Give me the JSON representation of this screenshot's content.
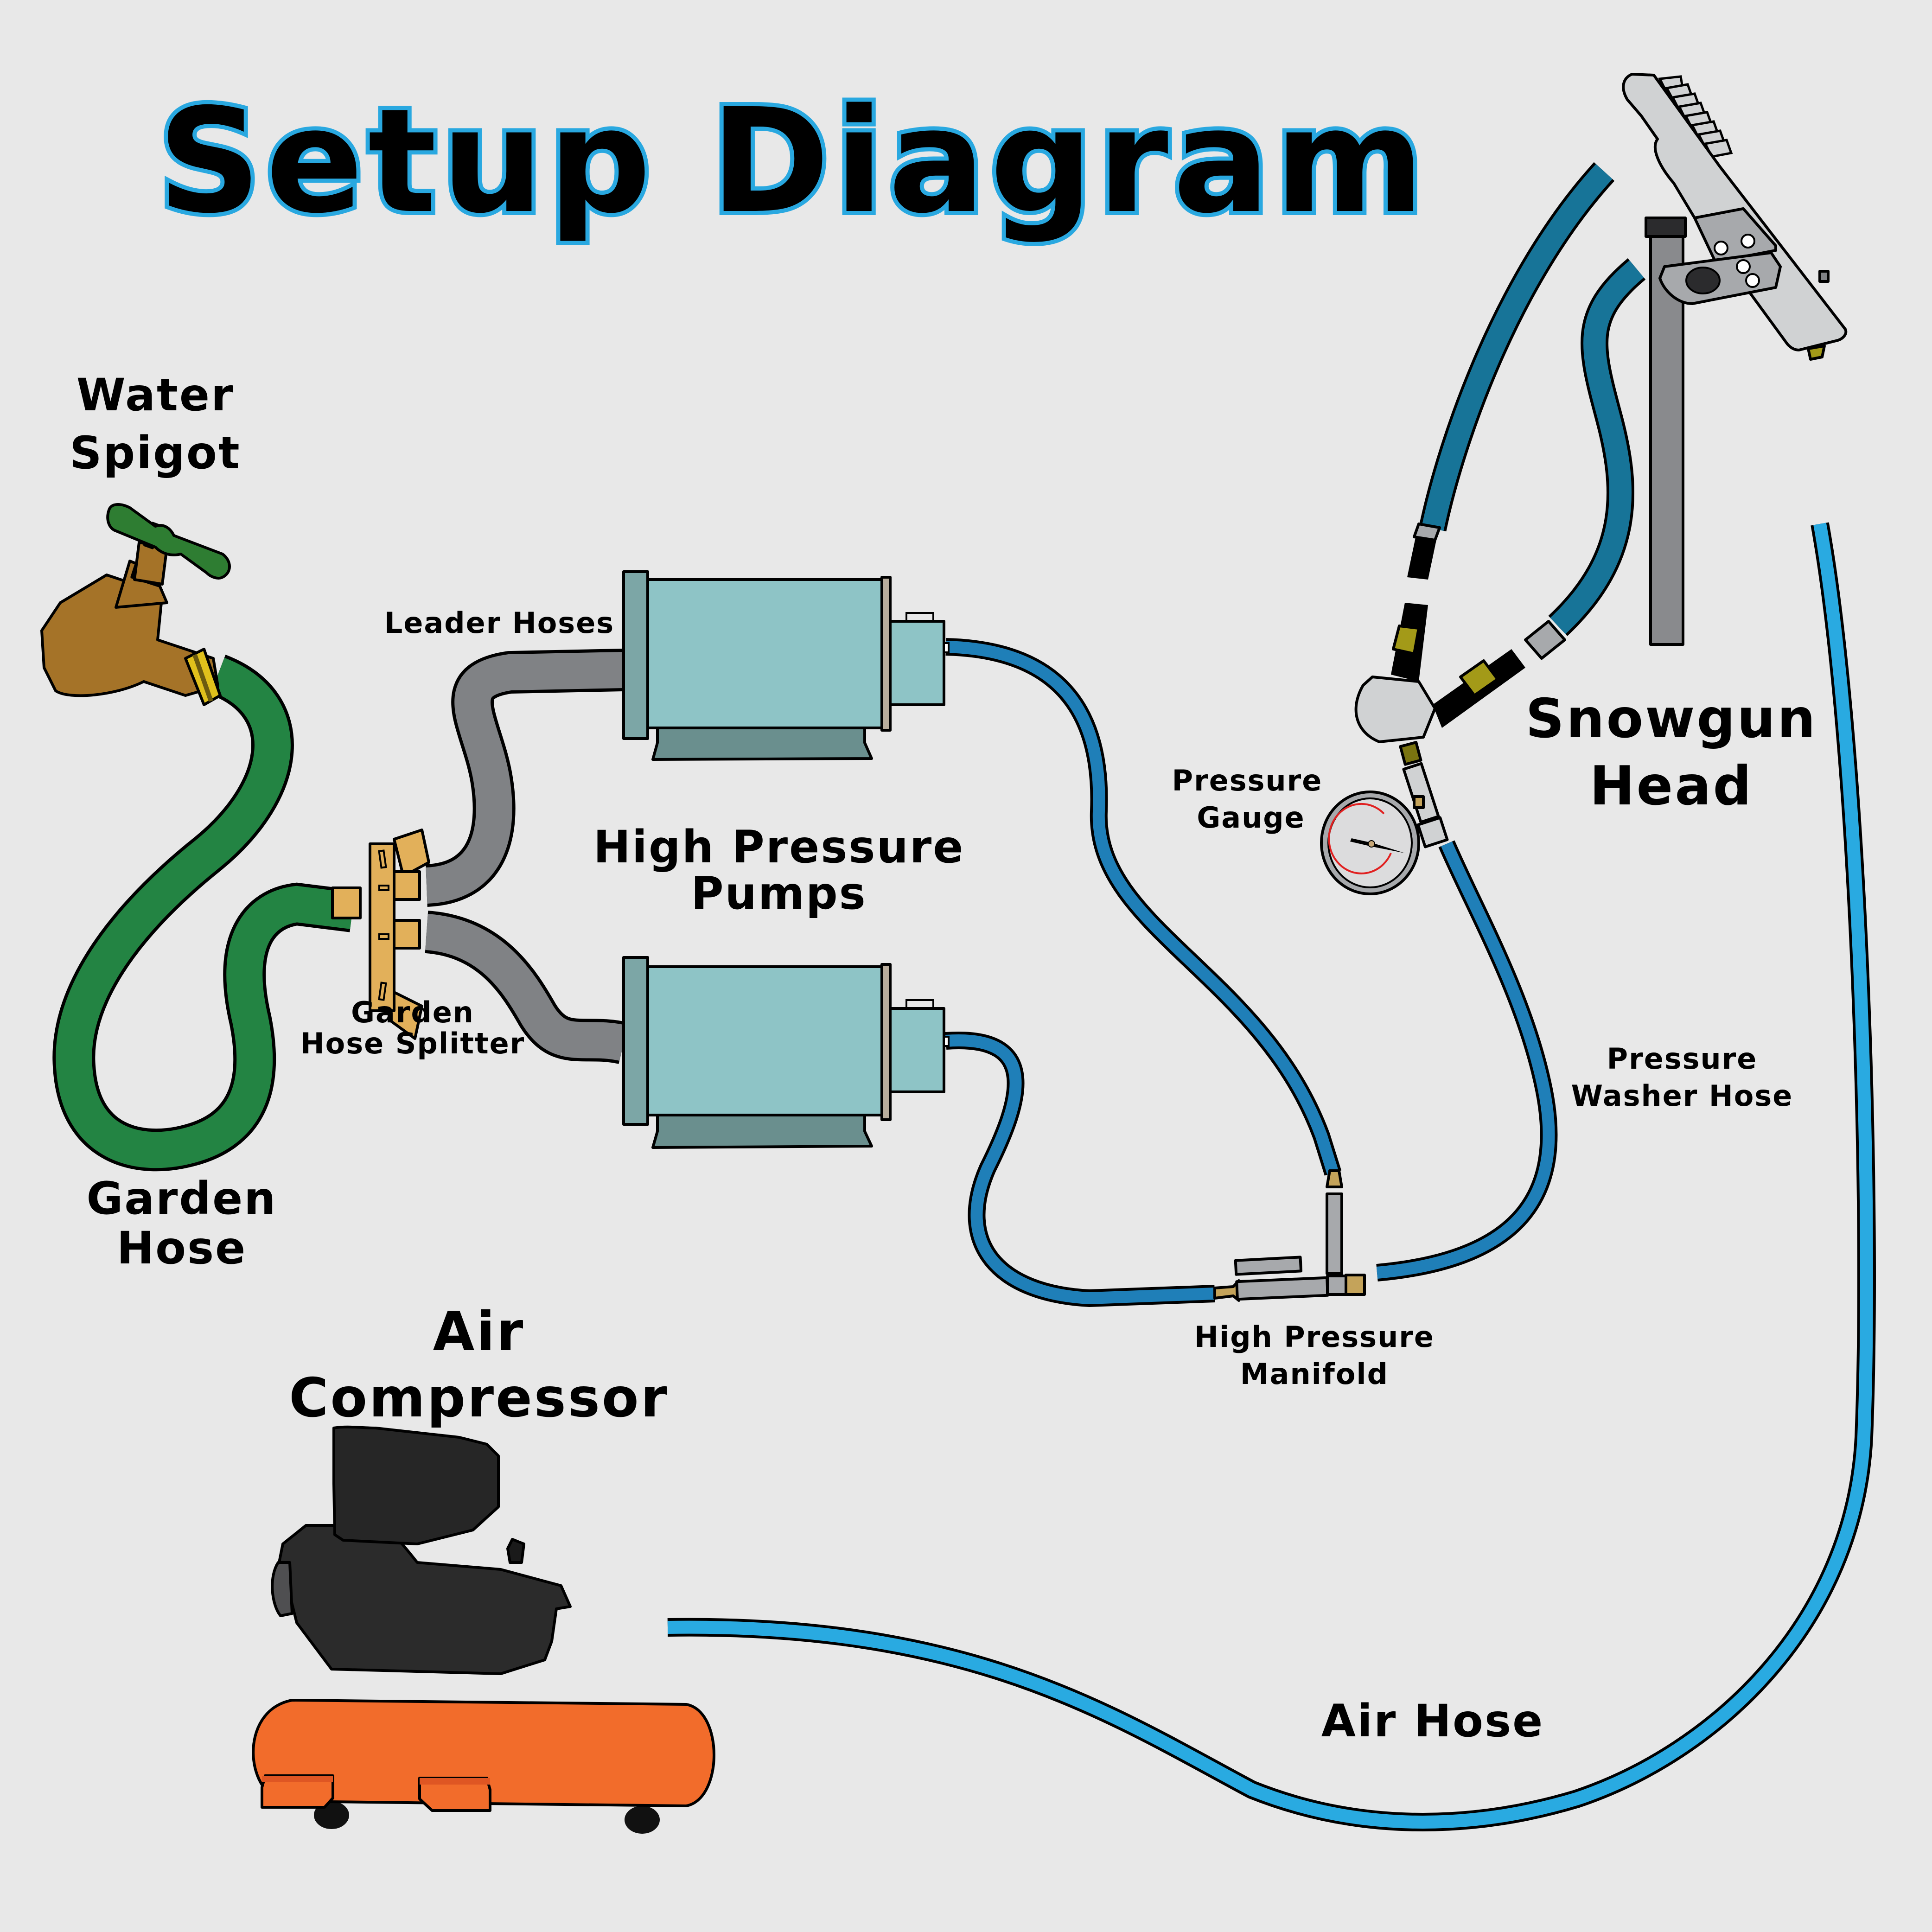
{
  "title": "Setup Diagram",
  "labels": {
    "water_spigot": [
      "Water",
      "Spigot"
    ],
    "garden_hose": [
      "Garden",
      "Hose"
    ],
    "leader_hoses": "Leader Hoses",
    "garden_hose_splitter": [
      "Garden",
      "Hose Splitter"
    ],
    "high_pressure_pumps": [
      "High Pressure",
      "Pumps"
    ],
    "pressure_gauge": [
      "Pressure",
      "Gauge"
    ],
    "snowgun_head": [
      "Snowgun",
      "Head"
    ],
    "pressure_washer_hose": [
      "Pressure",
      "Washer Hose"
    ],
    "high_pressure_manifold": [
      "High Pressure",
      "Manifold"
    ],
    "air_compressor": [
      "Air",
      "Compressor"
    ],
    "air_hose": "Air Hose"
  },
  "colors": {
    "background": "#e8e8e8",
    "title_outline": "#29a8e0",
    "garden_hose": "#238443",
    "spigot_body": "#a57328",
    "spigot_handle": "#2e7d32",
    "splitter": "#e2b05a",
    "leader_hose": "#808285",
    "pump_body": "#8ec4c6",
    "pump_flange": "#7ca6a6",
    "pump_base": "#6a8f8e",
    "pressure_hose": "#1f7fb8",
    "pressure_washer_hose": "#177498",
    "air_hose": "#29aae1",
    "manifold": "#a7a9ac",
    "brass_fitting": "#c4a35a",
    "snowgun_body": "#d0d2d3",
    "compressor_tank": "#f26c2b",
    "compressor_motor": "#262626",
    "gauge_needle_arc": "#e02020"
  }
}
